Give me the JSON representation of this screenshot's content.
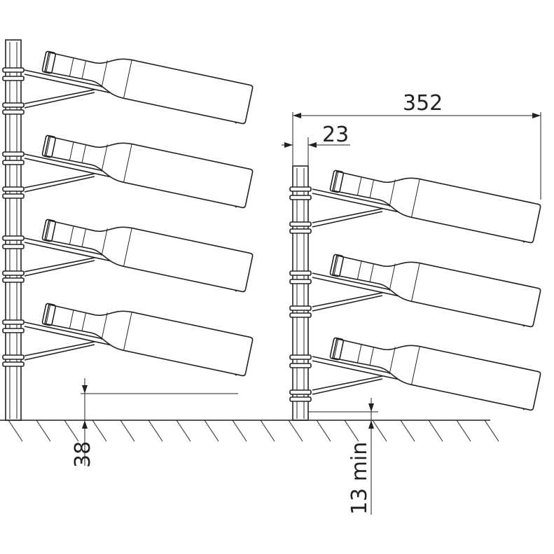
{
  "title": "Wall-mounted wine bottle rack dimension drawing",
  "dimensions": {
    "overall_depth": "352",
    "post_width": "23",
    "bottom_clearance_left": "38",
    "bottom_clearance_right": "13 min"
  },
  "left_rack_bottle_count": 4,
  "right_rack_bottle_count": 3
}
